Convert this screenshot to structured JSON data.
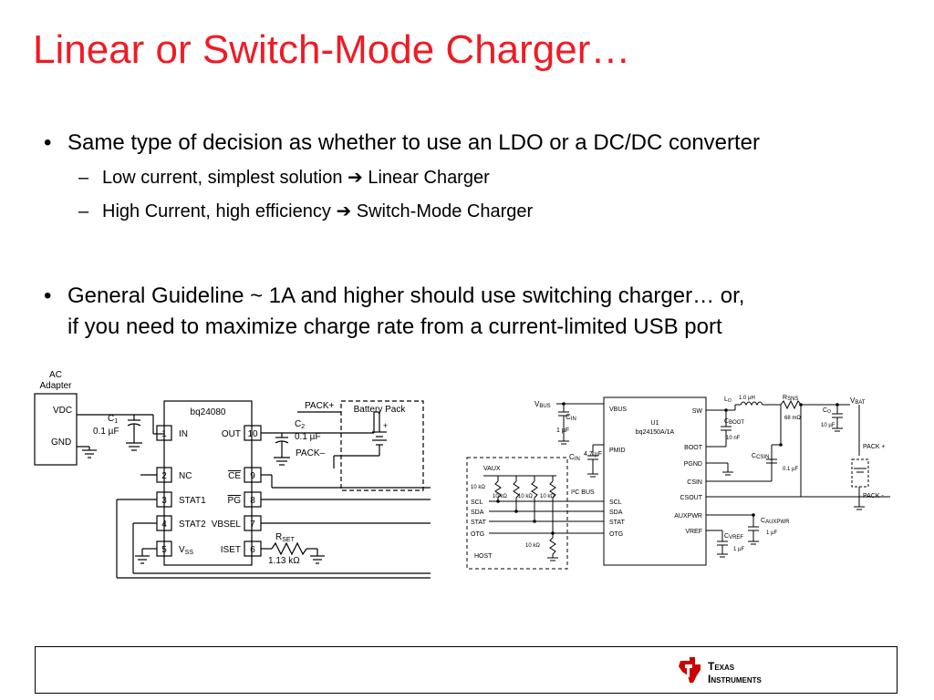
{
  "slide": {
    "title": "Linear or Switch-Mode Charger…",
    "bullets": [
      {
        "marker": "•",
        "text": "Same type of decision as whether to use an LDO or a DC/DC converter",
        "subitems": [
          {
            "marker": "–",
            "left": "Low current, simplest solution",
            "arrow": "➔",
            "right": "Linear Charger"
          },
          {
            "marker": "–",
            "left": "High Current, high efficiency",
            "arrow": "➔",
            "right": "Switch-Mode Charger"
          }
        ]
      },
      {
        "marker": "•",
        "line1": "General Guideline ~ 1A and higher should use switching charger… or,",
        "line2": "if you need to maximize charge rate from a current-limited USB port"
      }
    ]
  },
  "left_circuit": {
    "adapter": {
      "line1": "AC",
      "line2": "Adapter",
      "vdc": "VDC",
      "gnd": "GND"
    },
    "c1": {
      "name": "C",
      "sub": "1",
      "value": "0.1 µF"
    },
    "ic": {
      "name": "bq24080",
      "left_pins": [
        {
          "num": "1",
          "label": "IN"
        },
        {
          "num": "2",
          "label": "NC"
        },
        {
          "num": "3",
          "label": "STAT1"
        },
        {
          "num": "4",
          "label": "STAT2"
        },
        {
          "num": "5",
          "label": "V",
          "sub": "SS"
        }
      ],
      "right_pins": [
        {
          "num": "10",
          "label": "OUT"
        },
        {
          "num": "9",
          "label": "CE"
        },
        {
          "num": "8",
          "label": "PG"
        },
        {
          "num": "7",
          "label": "VBSEL"
        },
        {
          "num": "6",
          "label": "ISET"
        }
      ]
    },
    "c2": {
      "name": "C",
      "sub": "2",
      "value": "0.1 µF"
    },
    "pack_plus": "PACK+",
    "pack_minus": "PACK–",
    "battery_pack": "Battery Pack",
    "battery_plus": "+",
    "rset": {
      "name": "R",
      "sub": "SET",
      "value": "1.13 kΩ"
    }
  },
  "right_circuit": {
    "vbus": {
      "name": "V",
      "sub": "BUS"
    },
    "cin_top": {
      "name": "C",
      "sub": "IN",
      "value": "1 µF"
    },
    "cin_mid": {
      "name": "C",
      "sub": "IN",
      "value": "4.7 µF"
    },
    "vaux": "VAUX",
    "pullups": [
      "10 kΩ",
      "10 kΩ",
      "10 kΩ",
      "10 kΩ"
    ],
    "i2c": "I²C BUS",
    "host_signals": [
      "SCL",
      "SDA",
      "STAT",
      "OTG"
    ],
    "otg_res": "10 kΩ",
    "host": "HOST",
    "ic": {
      "ref": "U1",
      "name": "bq24150A/1A",
      "left_pins": [
        "VBUS",
        "PMID",
        "SCL",
        "SDA",
        "STAT",
        "OTG"
      ],
      "right_pins": [
        "SW",
        "BOOT",
        "PGND",
        "CSIN",
        "CSOUT",
        "AUXPWR",
        "VREF"
      ]
    },
    "lo": {
      "name": "L",
      "sub": "O",
      "value": "1.0 µH"
    },
    "rsns": {
      "name": "R",
      "sub": "SNS",
      "value": "68 mΩ"
    },
    "vbat": {
      "name": "V",
      "sub": "BAT"
    },
    "co": {
      "name": "C",
      "sub": "O",
      "value": "10 µF"
    },
    "cboot": {
      "name": "C",
      "sub": "BOOT",
      "value": "10 nF"
    },
    "ccsin": {
      "name": "C",
      "sub": "CSIN",
      "value": "0.1 µF"
    },
    "cauxpwr": {
      "name": "C",
      "sub": "AUXPWR",
      "value": "1 µF"
    },
    "cvref": {
      "name": "C",
      "sub": "VREF",
      "value": "1 µF"
    },
    "pack_plus": "PACK +",
    "pack_minus": "PACK -"
  },
  "footer": {
    "logo_line1": "Texas",
    "logo_line2": "Instruments",
    "logo_color": "#cc0000"
  },
  "colors": {
    "title": "#ee1c25",
    "text": "#000000"
  }
}
